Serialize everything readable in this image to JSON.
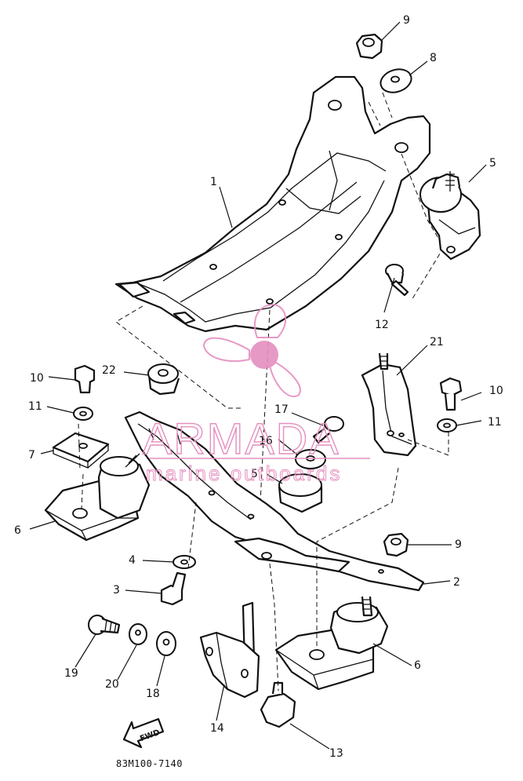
{
  "watermark": {
    "brand": "ARMADA",
    "tagline": "marine outboards",
    "color": "#e58fbf"
  },
  "diagram": {
    "catalog_code": "83M100-7140",
    "fwd_label": "FWD",
    "callouts": {
      "c1": "1",
      "c2": "2",
      "c3": "3",
      "c4": "4",
      "c5a": "5",
      "c5b": "5",
      "c6a": "6",
      "c6b": "6",
      "c7": "7",
      "c8": "8",
      "c9a": "9",
      "c9b": "9",
      "c10a": "10",
      "c10b": "10",
      "c11a": "11",
      "c11b": "11",
      "c12": "12",
      "c13": "13",
      "c14": "14",
      "c16": "16",
      "c17": "17",
      "c18": "18",
      "c19": "19",
      "c20": "20",
      "c21": "21",
      "c22": "22"
    }
  }
}
